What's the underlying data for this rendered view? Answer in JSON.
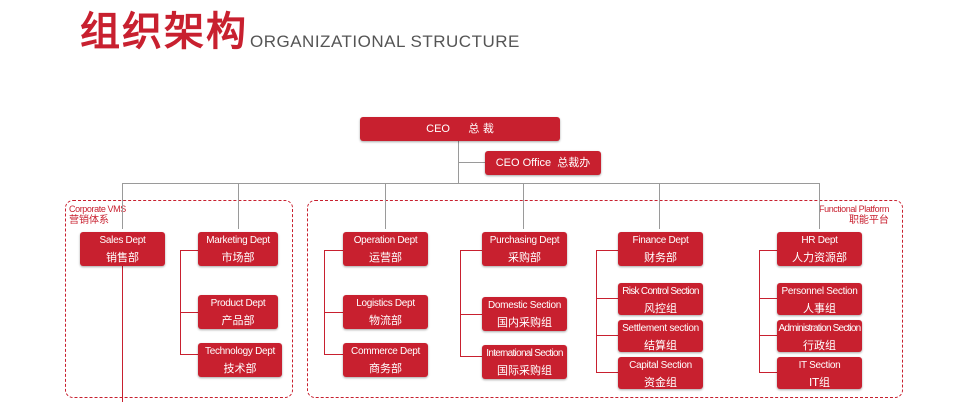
{
  "header": {
    "title_cn": "组织架构",
    "title_en": "ORGANIZATIONAL STRUCTURE"
  },
  "ceo": {
    "en": "CEO",
    "cn": "总 裁"
  },
  "ceo_office": {
    "en": "CEO Office",
    "cn": "总裁办"
  },
  "groups": {
    "vms": {
      "en": "Corporate VMS",
      "cn": "营销体系"
    },
    "platform": {
      "en": "Functional Platform",
      "cn": "职能平台"
    }
  },
  "depts": {
    "sales": {
      "en": "Sales Dept",
      "cn": "销售部"
    },
    "marketing": {
      "en": "Marketing Dept",
      "cn": "市场部"
    },
    "product": {
      "en": "Product Dept",
      "cn": "产品部"
    },
    "technology": {
      "en": "Technology Dept",
      "cn": "技术部"
    },
    "operation": {
      "en": "Operation Dept",
      "cn": "运营部"
    },
    "logistics": {
      "en": "Logistics Dept",
      "cn": "物流部"
    },
    "commerce": {
      "en": "Commerce Dept",
      "cn": "商务部"
    },
    "purchasing": {
      "en": "Purchasing Dept",
      "cn": "采购部"
    },
    "domestic": {
      "en": "Domestic Section",
      "cn": "国内采购组"
    },
    "international": {
      "en": "International Section",
      "cn": "国际采购组"
    },
    "finance": {
      "en": "Finance Dept",
      "cn": "财务部"
    },
    "risk": {
      "en": "Risk Control Section",
      "cn": "风控组"
    },
    "settlement": {
      "en": "Settlement section",
      "cn": "结算组"
    },
    "capital": {
      "en": "Capital Section",
      "cn": "资金组"
    },
    "hr": {
      "en": "HR Dept",
      "cn": "人力资源部"
    },
    "personnel": {
      "en": "Personnel Section",
      "cn": "人事组"
    },
    "administration": {
      "en": "Administration Section",
      "cn": "行政组"
    },
    "it": {
      "en": "IT Section",
      "cn": "IT组"
    }
  }
}
